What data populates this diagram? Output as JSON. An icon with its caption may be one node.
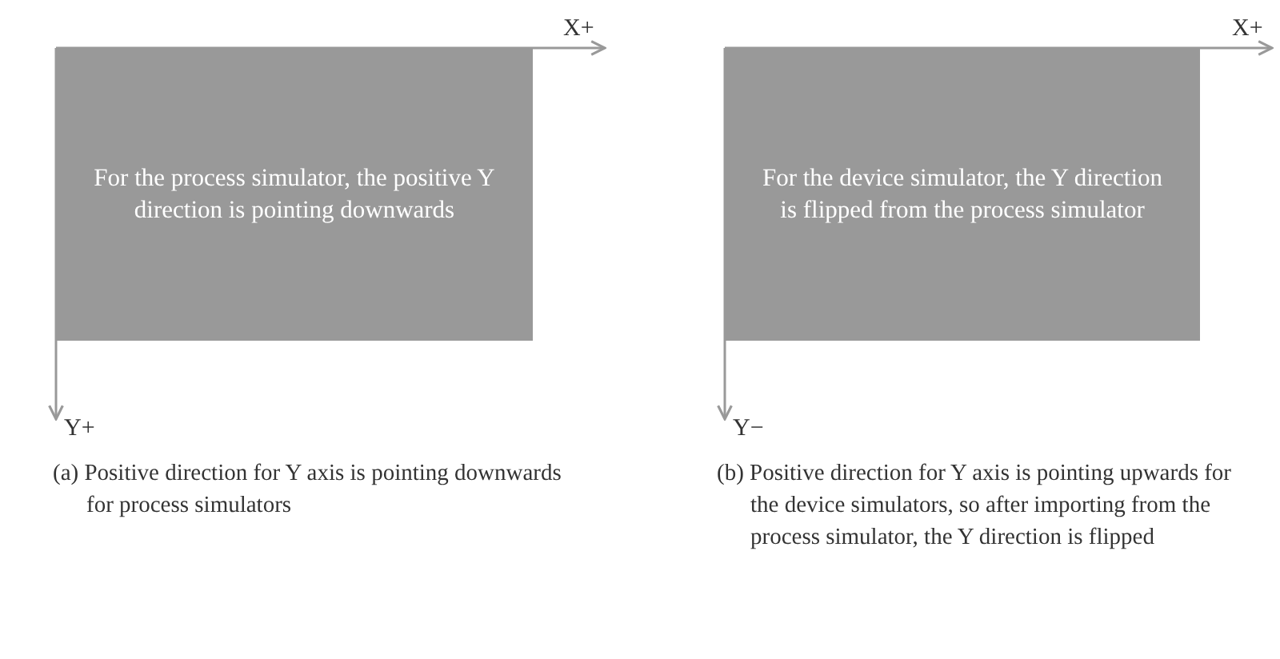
{
  "diagram": {
    "nodes": [
      {
        "text": [
          "For the process simulator, the positive Y direction is pointing downwards"
        ]
      },
      {
        "text": [
          "For the device simulator, the Y direction is flipped from the process simulator"
        ]
      }
    ],
    "labels": [
      "X+",
      "Y+",
      "X+",
      "Y−",
      "(a) Positive direction for Y axis is pointing downwards for process simulators",
      "(b) Positive direction for Y axis is pointing upwards for the device simulators, so after importing from the process simulator, the Y direction is flipped"
    ]
  }
}
